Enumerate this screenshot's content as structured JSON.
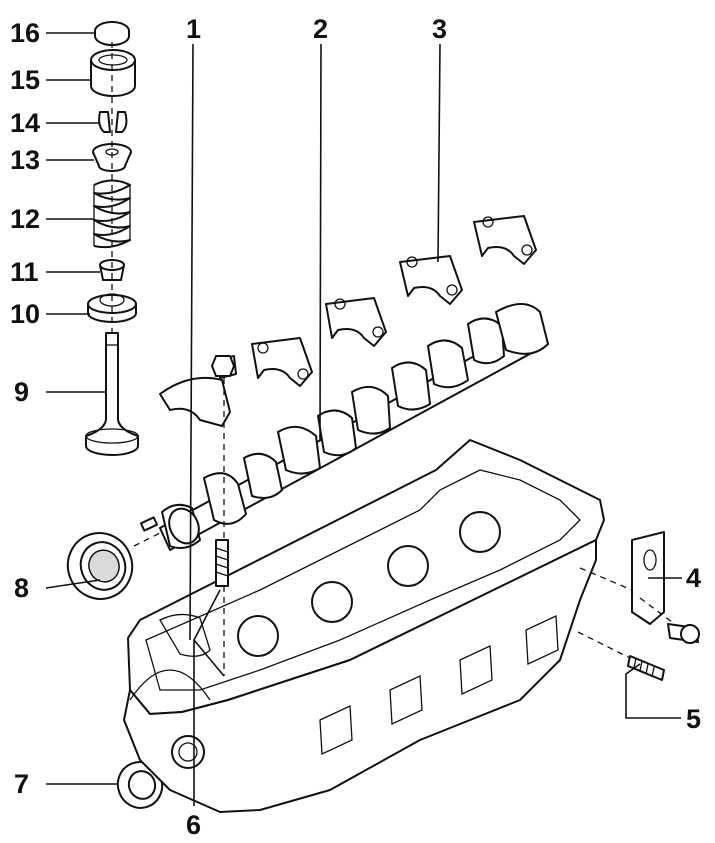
{
  "callouts": [
    {
      "id": "16",
      "label": "16"
    },
    {
      "id": "15",
      "label": "15"
    },
    {
      "id": "14",
      "label": "14"
    },
    {
      "id": "13",
      "label": "13"
    },
    {
      "id": "12",
      "label": "12"
    },
    {
      "id": "11",
      "label": "11"
    },
    {
      "id": "10",
      "label": "10"
    },
    {
      "id": "9",
      "label": "9"
    },
    {
      "id": "8",
      "label": "8"
    },
    {
      "id": "7",
      "label": "7"
    },
    {
      "id": "1",
      "label": "1"
    },
    {
      "id": "2",
      "label": "2"
    },
    {
      "id": "3",
      "label": "3"
    },
    {
      "id": "4",
      "label": "4"
    },
    {
      "id": "5",
      "label": "5"
    },
    {
      "id": "6",
      "label": "6"
    }
  ]
}
